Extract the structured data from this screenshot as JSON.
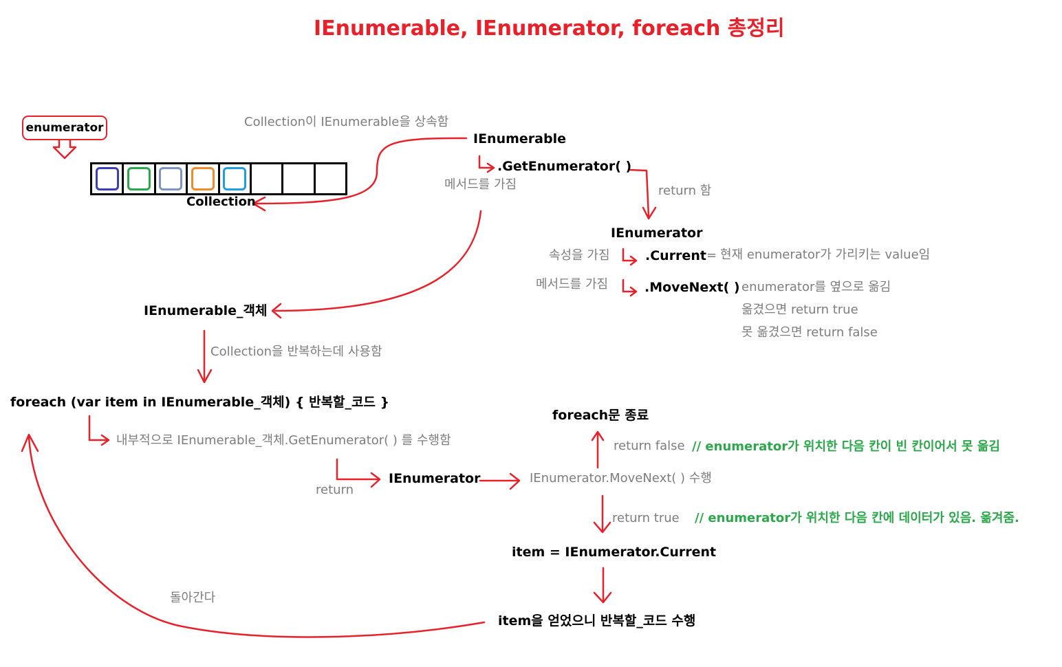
{
  "title": "IEnumerable, IEnumerator, foreach 총정리",
  "colors": {
    "arrow": "#e8202a",
    "title": "#e8202a",
    "comment": "#2aa84a",
    "gray_text": "#7d7d7d",
    "slots": [
      "#3a3fb8",
      "#2aa84a",
      "#7b96c4",
      "#f08a2c",
      "#1ea0e0",
      "",
      "",
      ""
    ]
  },
  "collection": {
    "pointer_label": "enumerator",
    "label": "Collection",
    "inherit_note": "Collection이 IEnumerable을 상속함"
  },
  "ienumerable": {
    "name": "IEnumerable",
    "method": ".GetEnumerator( )",
    "method_note": "메서드를 가짐",
    "return_note": "return 함"
  },
  "ienumerator": {
    "name": "IEnumerator",
    "prop_note": "속성을 가짐",
    "current": ".Current",
    "current_eq": "=",
    "current_desc": "현재 enumerator가 가리키는 value임",
    "method_note": "메서드를 가짐",
    "movenext": ".MoveNext( )",
    "movenext_desc": "enumerator를 옆으로 옮김",
    "moved_true": "옮겼으면 return true",
    "moved_false": "못 옮겼으면 return false"
  },
  "object": {
    "name": "IEnumerable_객체",
    "usage_note": "Collection을 반복하는데 사용함"
  },
  "foreach": {
    "statement": "foreach (var item in IEnumerable_객체) { 반복할_코드 }",
    "internal_note": "내부적으로 IEnumerable_객체.GetEnumerator( ) 를 수행함",
    "return_label": "return",
    "ienumerator": "IEnumerator",
    "movenext_call": "IEnumerator.MoveNext( ) 수행",
    "end": "foreach문 종료",
    "return_false": "return false",
    "false_comment": "// enumerator가 위치한 다음 칸이 빈 칸이어서 못 옮김",
    "return_true": "return true",
    "true_comment": "// enumerator가 위치한 다음 칸에 데이터가 있음. 옮겨줌.",
    "assign": "item = IEnumerator.Current",
    "execute": "item을 얻었으니 반복할_코드 수행",
    "loop_back": "돌아간다"
  }
}
